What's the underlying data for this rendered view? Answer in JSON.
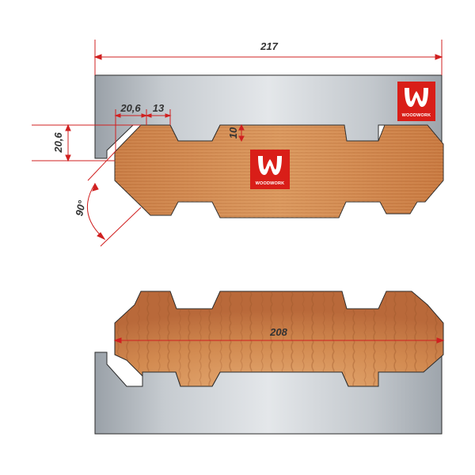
{
  "dimensions": {
    "overall_width": "217",
    "dovetail_base": "20,6",
    "groove_width": "13",
    "edge_height": "20,6",
    "groove_depth": "10",
    "angle": "90°",
    "inner_width": "208"
  },
  "logo": {
    "text": "WOODWORK",
    "color": "#d91e18"
  },
  "colors": {
    "dimension_line": "#d02020",
    "cutter_body": "#b7bcc2",
    "wood": "#c57a45",
    "outline": "#2b2b2b"
  }
}
